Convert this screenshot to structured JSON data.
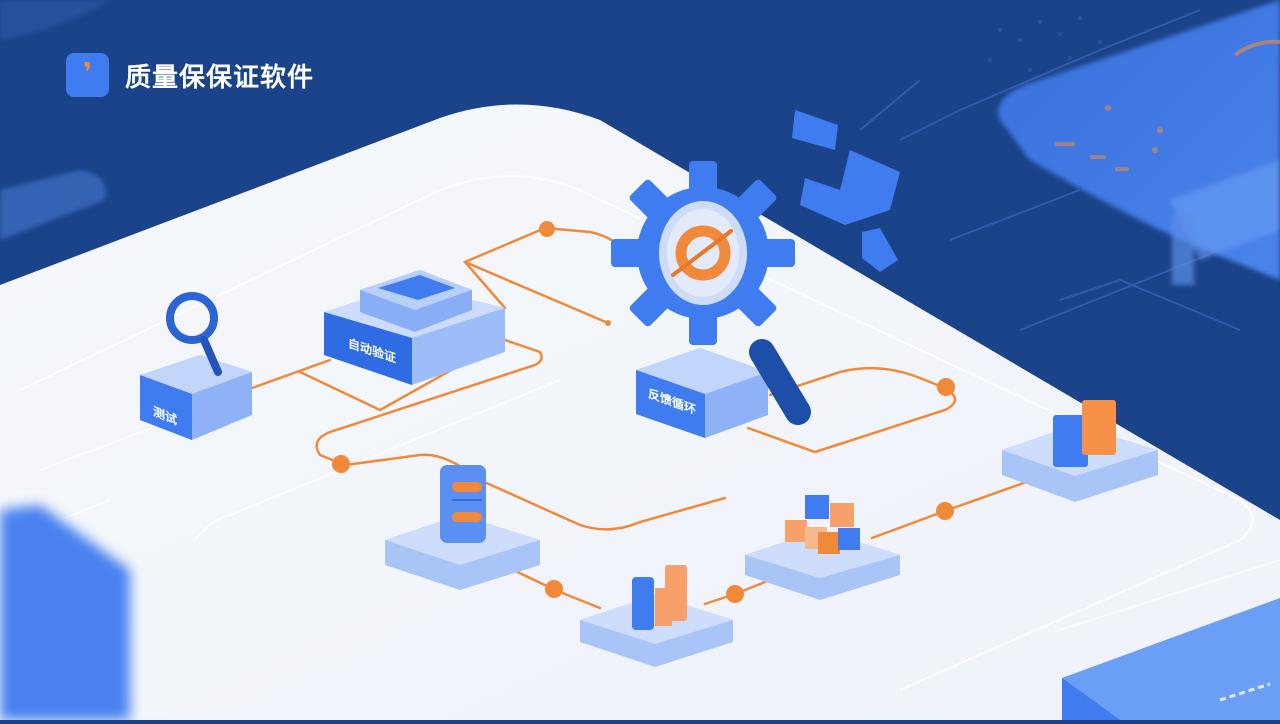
{
  "header": {
    "logo_icon": "quote-mark-icon",
    "title": "质量保保证软件"
  },
  "illustration": {
    "nodes": [
      {
        "id": "test",
        "label": "测试",
        "icon": "magnifier-icon"
      },
      {
        "id": "automation",
        "label": "自动验证",
        "icon": "stacked-platform-icon"
      },
      {
        "id": "feedback",
        "label": "反馈循环",
        "icon": "gear-magnifier-icon"
      },
      {
        "id": "document",
        "label": "",
        "icon": "document-icon"
      },
      {
        "id": "analytics",
        "label": "",
        "icon": "bar-chart-icon"
      },
      {
        "id": "modules",
        "label": "",
        "icon": "cubes-icon"
      },
      {
        "id": "metrics",
        "label": "",
        "icon": "bar-chart-icon"
      }
    ],
    "decor": [
      "wrench-icon",
      "gear-icon",
      "circuit-lines"
    ]
  },
  "colors": {
    "background": "#1b4389",
    "platform": "#f1f5fb",
    "primary_blue": "#3f7cf0",
    "light_blue": "#a9c4f7",
    "accent_orange": "#f08a3a",
    "dark_blue": "#1e4fa8"
  }
}
